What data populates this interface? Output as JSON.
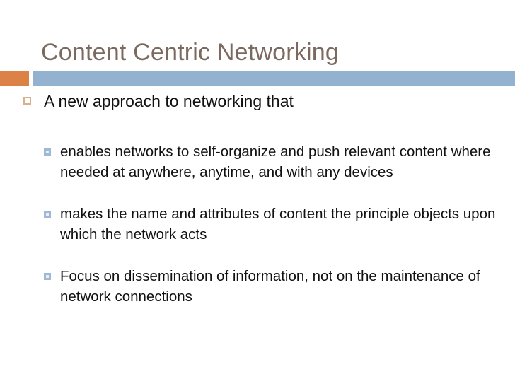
{
  "slide": {
    "title": "Content Centric Networking",
    "colors": {
      "title_text": "#7c6a61",
      "accent_orange": "#dd8247",
      "divider_blue": "#92b2d0",
      "bullet_l1_marker": "#d9b08c",
      "bullet_l2_marker": "#9fb8d4",
      "body_text": "#111111",
      "background": "#ffffff"
    },
    "bullets": [
      {
        "level": 1,
        "text": "A new approach to networking that",
        "marker": "hollow-square-tan"
      }
    ],
    "sub_bullets": [
      {
        "level": 2,
        "text": "enables networks to self-organize and push relevant content where needed at anywhere, anytime, and with any devices",
        "marker": "small-square-blue"
      },
      {
        "level": 2,
        "text": "makes the name and attributes of content the principle objects upon which the network acts",
        "marker": "small-square-blue"
      },
      {
        "level": 2,
        "text": "Focus on dissemination of information, not on the maintenance of network connections",
        "marker": "small-square-blue"
      }
    ]
  }
}
